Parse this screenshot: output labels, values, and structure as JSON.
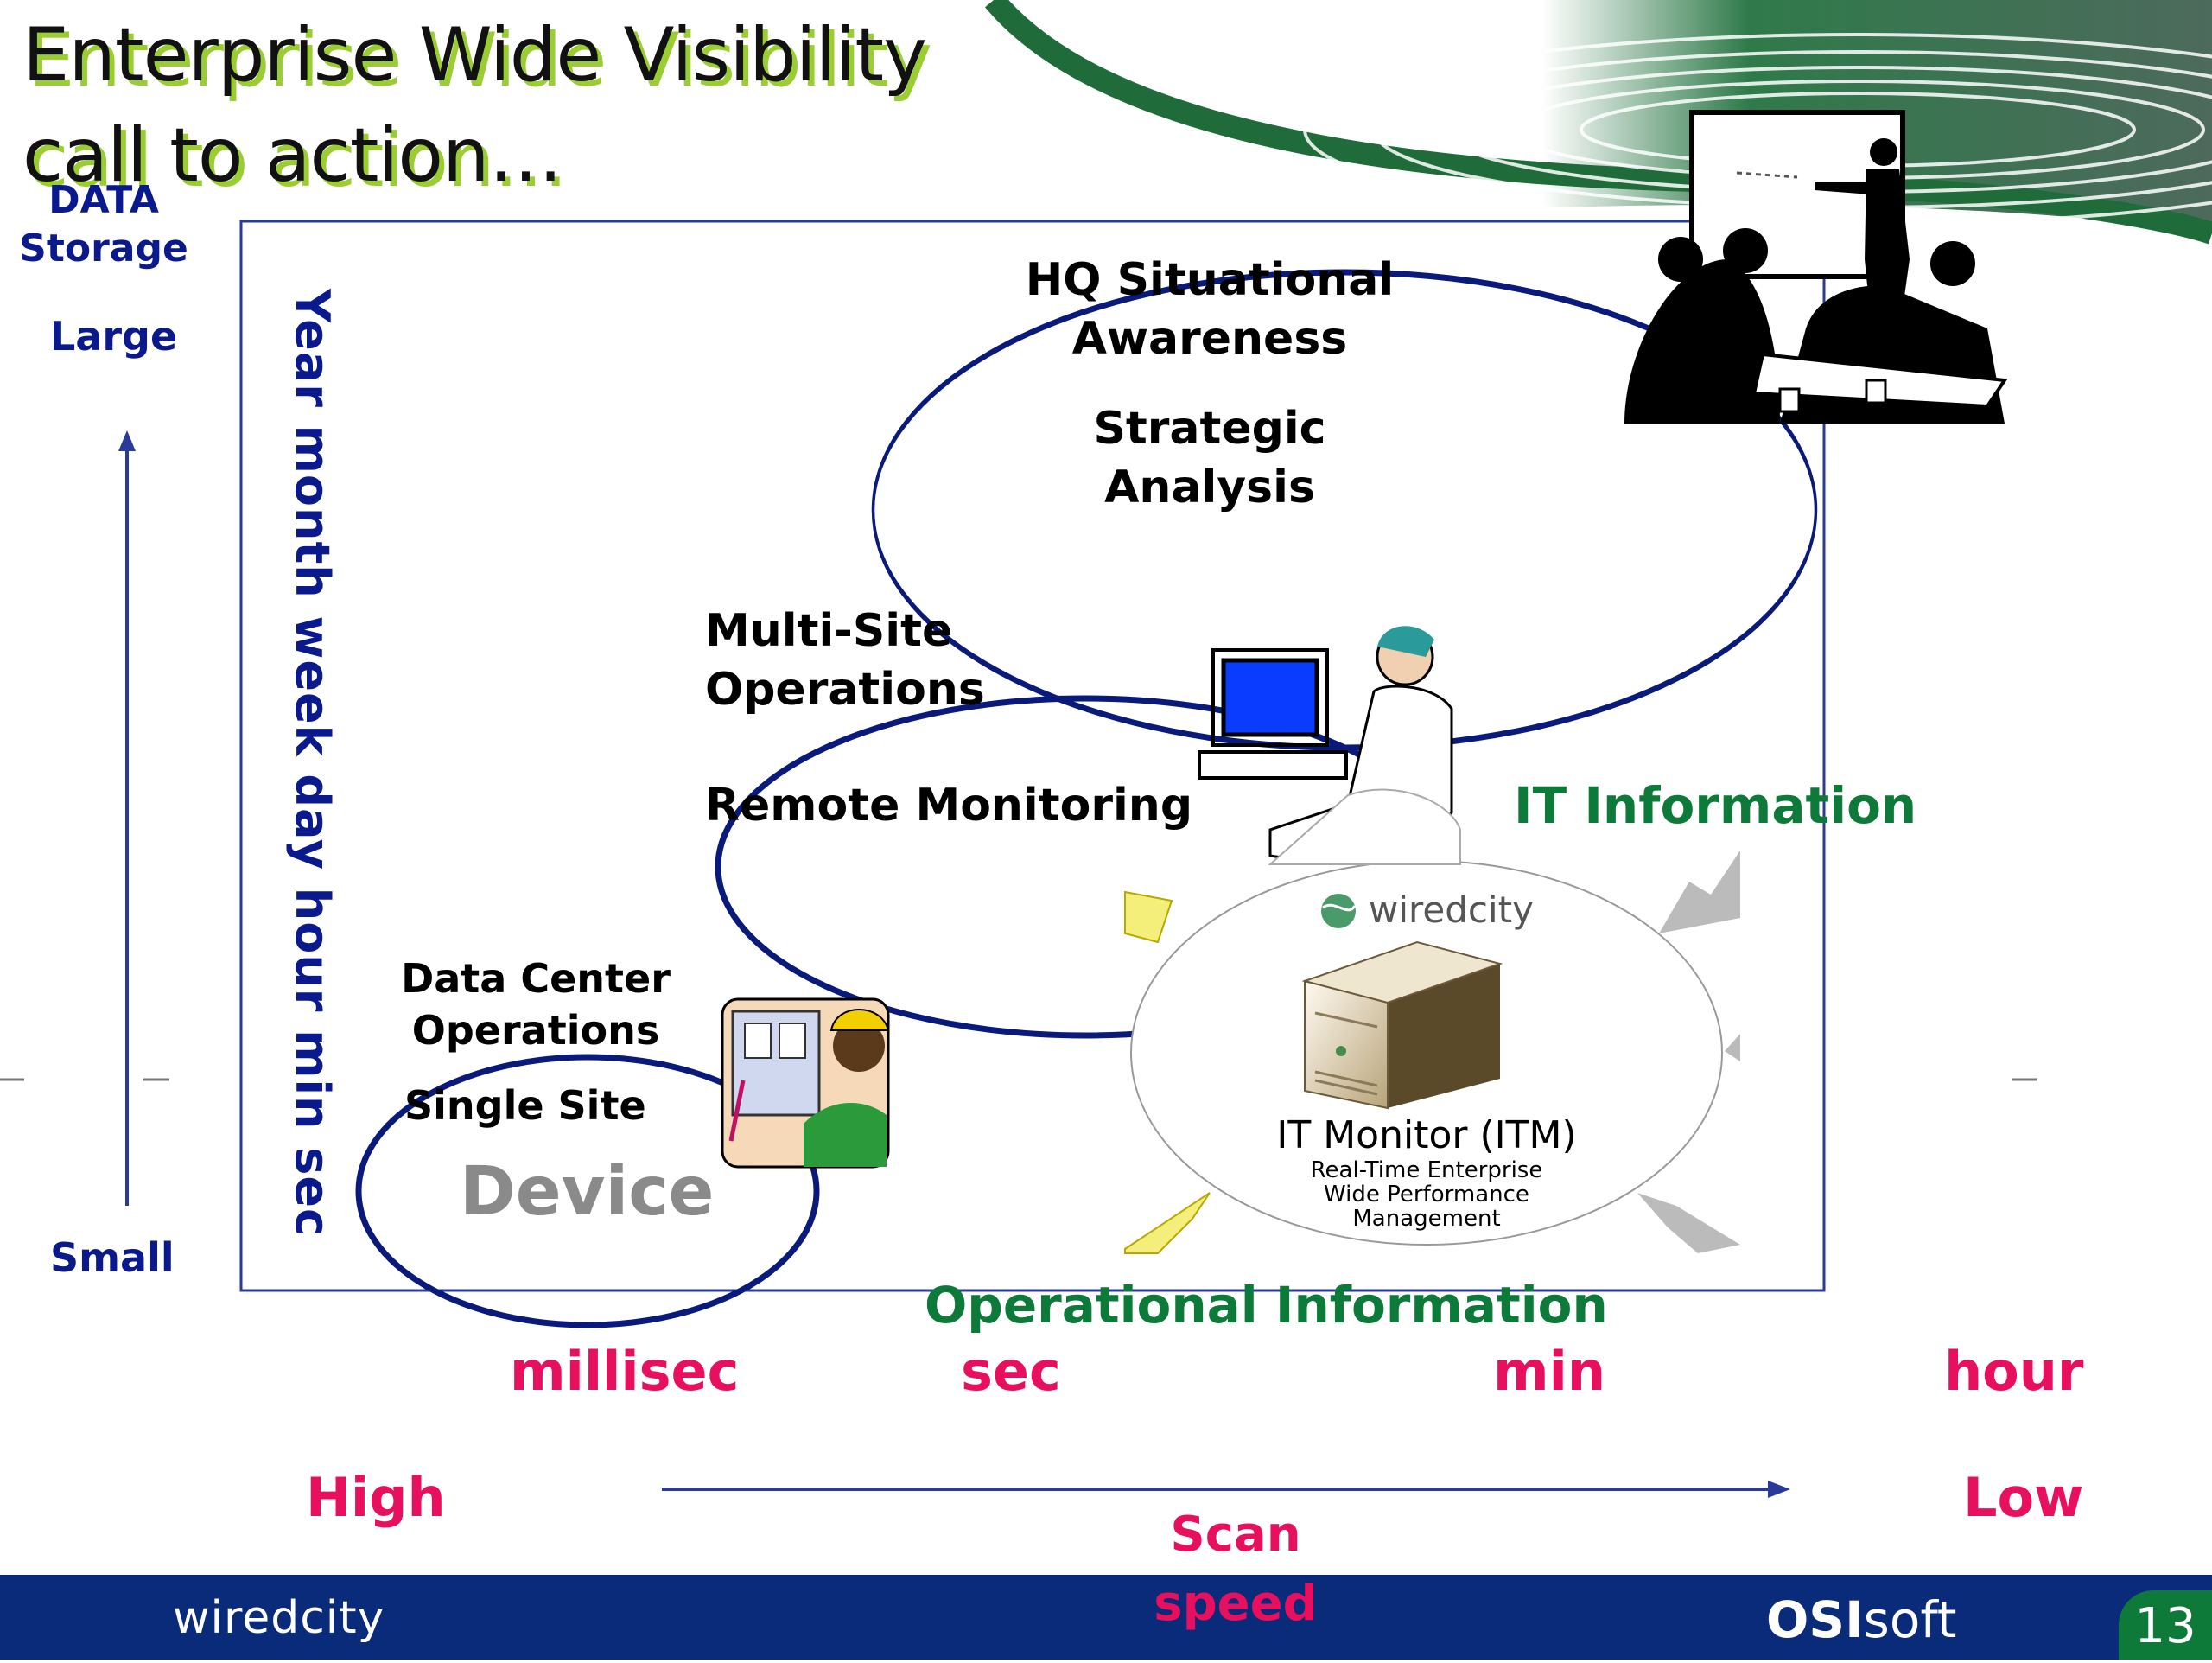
{
  "slide": {
    "title_line1": "Enterprise Wide Visibility",
    "title_line2": "call to action…",
    "page_number": "13"
  },
  "y_axis": {
    "heading_line1": "DATA",
    "heading_line2": "Storage",
    "top_label": "Large",
    "bottom_label": "Small",
    "timescale": "Year month week day  hour  min  sec"
  },
  "x_axis": {
    "ticks": [
      "millisec",
      "sec",
      "min",
      "hour"
    ],
    "left_label": "High",
    "right_label": "Low",
    "caption_line1": "Scan",
    "caption_line2": "speed"
  },
  "zones": {
    "hq_line1": "HQ Situational",
    "hq_line2": "Awareness",
    "strategic_line1": "Strategic",
    "strategic_line2": "Analysis",
    "multisite_line1": "Multi-Site",
    "multisite_line2": "Operations",
    "remote": "Remote Monitoring",
    "datacenter_line1": "Data Center",
    "datacenter_line2": "Operations",
    "single_site": "Single Site",
    "device": "Device"
  },
  "information": {
    "it": "IT Information",
    "operational": "Operational Information"
  },
  "itm": {
    "logo": "wiredcity",
    "title": "IT Monitor (ITM)",
    "sub_line1": "Real-Time Enterprise",
    "sub_line2": "Wide Performance",
    "sub_line3": "Management"
  },
  "footer": {
    "left_logo": "wiredcity",
    "right_logo_bold": "OSI",
    "right_logo_rest": "soft"
  },
  "colors": {
    "navy": "#0a1a8c",
    "pink": "#e8105e",
    "green": "#0e7a3a",
    "footer": "#0a2a7a",
    "title_shadow": "#9acd32"
  },
  "icons": [
    "presentation-meeting-icon",
    "computer-operator-icon",
    "electrician-icon",
    "server-tower-icon",
    "globe-logo-icon"
  ]
}
